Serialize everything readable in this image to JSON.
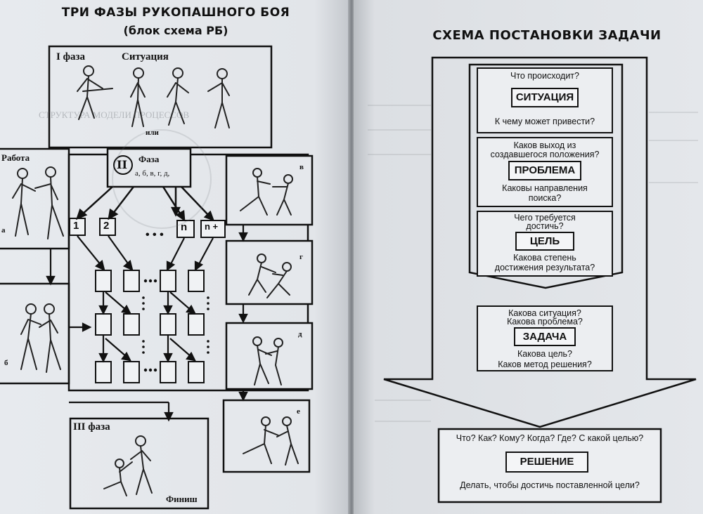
{
  "left": {
    "title": "ТРИ ФАЗЫ РУКОПАШНОГО БОЯ",
    "subtitle": "(блок схема РБ)",
    "phase1_label": "I фаза",
    "situation_label": "Ситуация",
    "or_label": "или",
    "work_label": "Работа",
    "side_a": "а",
    "side_b": "б",
    "phase2_roman": "II",
    "phase2_label": "Фаза",
    "phase2_sub": "а, б, в, г, д,",
    "branches": [
      "1",
      "2",
      "n",
      "n +"
    ],
    "dots": "• • •",
    "right_letters": [
      "в",
      "г",
      "д",
      "е"
    ],
    "phase3_label": "III фаза",
    "finish_label": "Финиш"
  },
  "right": {
    "title": "СХЕМА ПОСТАНОВКИ ЗАДАЧИ",
    "situation": {
      "q_top": "Что происходит?",
      "keyword": "СИТУАЦИЯ",
      "q_bottom": "К чему может привести?"
    },
    "problem": {
      "q_top_1": "Каков выход из",
      "q_top_2": "создавшегося положения?",
      "keyword": "ПРОБЛЕМА",
      "q_bottom_1": "Каковы  направления",
      "q_bottom_2": "поиска?"
    },
    "goal": {
      "q_top_1": "Чего требуется",
      "q_top_2": "достичь?",
      "keyword": "ЦЕЛЬ",
      "q_bottom_1": "Какова степень",
      "q_bottom_2": "достижения результата?"
    },
    "task": {
      "q_top_1": "Какова ситуация?",
      "q_top_2": "Какова проблема?",
      "keyword": "ЗАДАЧА",
      "q_bottom_1": "Какова цель?",
      "q_bottom_2": "Каков метод решения?"
    },
    "solution": {
      "questions": "Что? Как? Кому? Когда? Где? С какой целью?",
      "keyword": "РЕШЕНИЕ",
      "goal_line": "Делать, чтобы достичь поставленной цели?"
    }
  }
}
